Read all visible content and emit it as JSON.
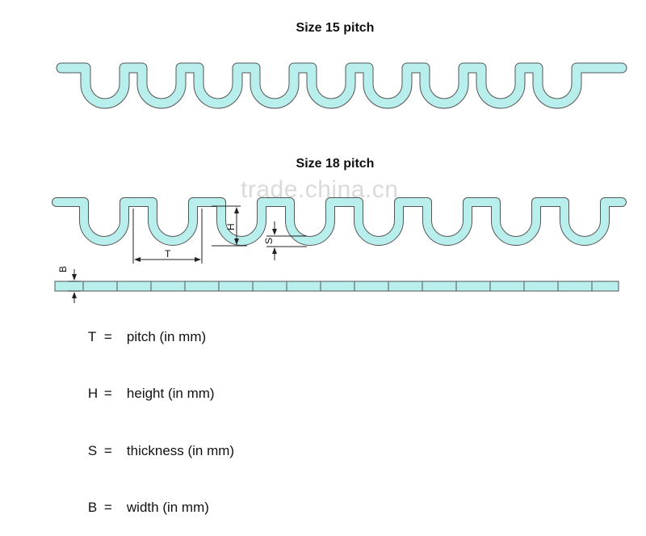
{
  "titles": {
    "size15": "Size 15 pitch",
    "size18": "Size 18 pitch"
  },
  "dimension_labels": {
    "T": "T",
    "H": "H",
    "S": "S",
    "B": "B"
  },
  "legend": [
    {
      "symbol": "T",
      "eq": "=",
      "desc": "pitch (in mm)"
    },
    {
      "symbol": "H",
      "eq": "=",
      "desc": "height (in mm)"
    },
    {
      "symbol": "S",
      "eq": "=",
      "desc": "thickness (in mm)"
    },
    {
      "symbol": "B",
      "eq": "=",
      "desc": "width (in mm)"
    }
  ],
  "watermark": "trade.china.cn",
  "colors": {
    "fill": "#b8eeec",
    "stroke": "#555555",
    "line": "#222222"
  }
}
